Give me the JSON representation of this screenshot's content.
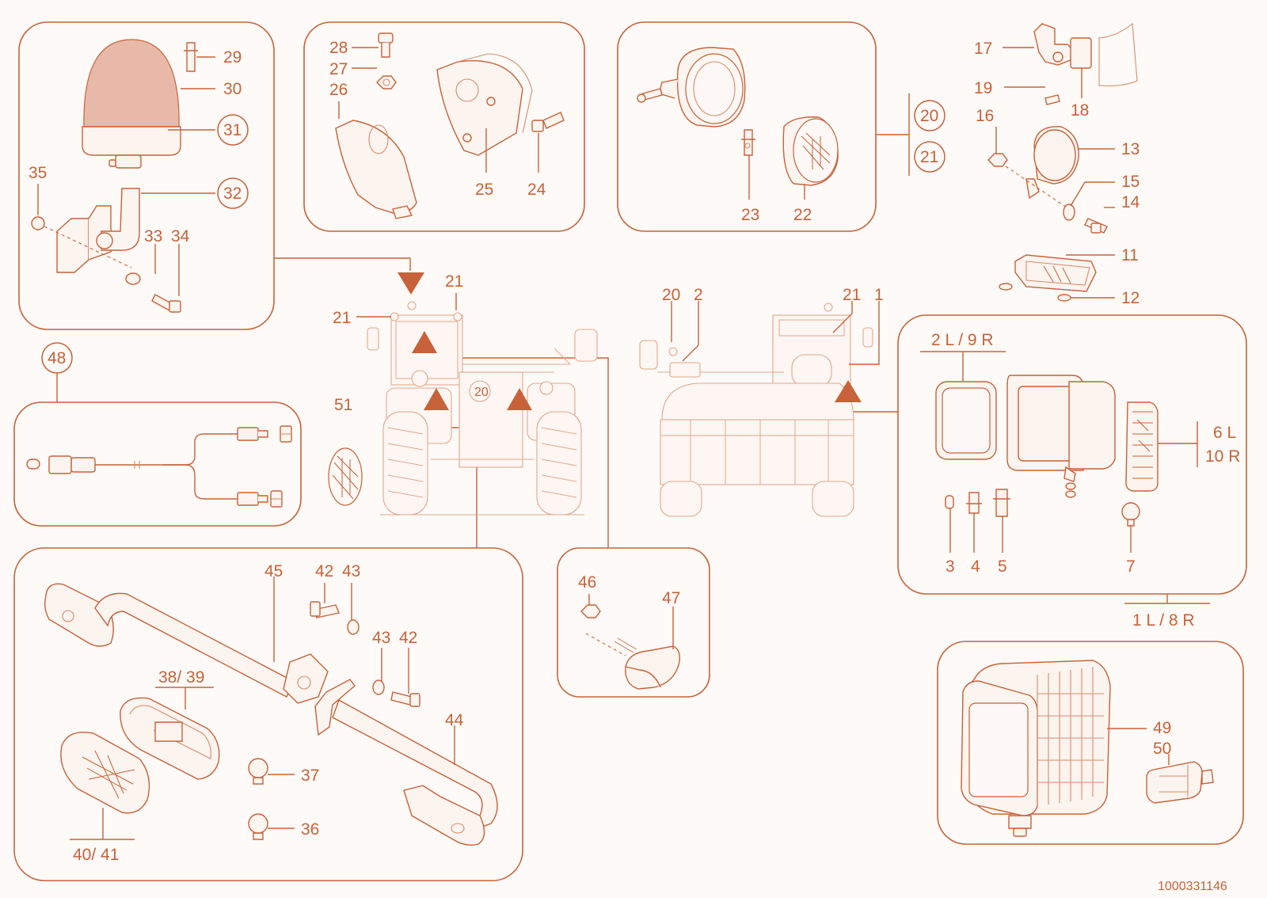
{
  "drawing_number": "1000331146",
  "labels": {
    "p1": "1",
    "p2": "2",
    "p3": "3",
    "p4": "4",
    "p5": "5",
    "p7": "7",
    "p11": "11",
    "p12": "12",
    "p13": "13",
    "p14": "14",
    "p15": "15",
    "p16": "16",
    "p17": "17",
    "p18": "18",
    "p19": "19",
    "p20_veh": "20",
    "p20_circle": "20",
    "p20_center": "20",
    "p21_circle": "21",
    "p21_left_a": "21",
    "p21_left_b": "21",
    "p21_right": "21",
    "p22": "22",
    "p23": "23",
    "p24": "24",
    "p25": "25",
    "p26": "26",
    "p27": "27",
    "p28": "28",
    "p29": "29",
    "p30": "30",
    "p31": "31",
    "p32": "32",
    "p33": "33",
    "p34": "34",
    "p35": "35",
    "p36": "36",
    "p37": "37",
    "p3839": "38/ 39",
    "p4041": "40/ 41",
    "p42a": "42",
    "p42b": "42",
    "p43a": "43",
    "p43b": "43",
    "p44": "44",
    "p45": "45",
    "p46": "46",
    "p47": "47",
    "p48": "48",
    "p49": "49",
    "p50": "50",
    "p51": "51",
    "p2L9R": "2 L / 9 R",
    "p6L": "6 L",
    "p10R": "10 R",
    "p1L8R": "1 L / 8 R"
  },
  "colors": {
    "accent": "#c8623a",
    "beacon_dome": "#e8b9a8",
    "vehicle_outline": "#e2a88f",
    "background": "#fdfaf7"
  }
}
